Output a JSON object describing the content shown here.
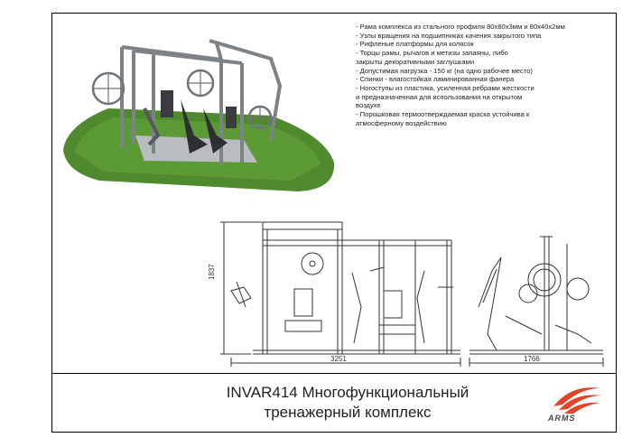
{
  "specs": [
    "- Рама комплекса из стального профиля 80х80х3мм и 80х40х2мм",
    "- Узлы вращения на подшипниках качения закрытого типа",
    "- Рифленые платформы для колясок",
    "- Торцы рамы, рычагов и метизы запаяны, либо",
    "закрыты декоративными заглушками",
    "- Допустимая нагрузка - 150 кг (на одно рабочее место)",
    "- Спинки - влагостойкая ламинированная фанера",
    "- Ногоступы из пластика, усиленная ребрами жесткости",
    "и предназначенная для использования на открытом",
    "воздухе",
    "- Порошковая термоотверждаемая краска устойчива к",
    "атмосферному воздействию"
  ],
  "title_line1": "INVAR414 Многофункциональный",
  "title_line2": "тренажерный комплекс",
  "dimensions": {
    "height": "1837",
    "width": "3251",
    "depth": "1766"
  },
  "logo_text": "ARMS",
  "colors": {
    "grass": "#4f8a2e",
    "frame": "#8a8f95",
    "logo": "#e0452a"
  }
}
